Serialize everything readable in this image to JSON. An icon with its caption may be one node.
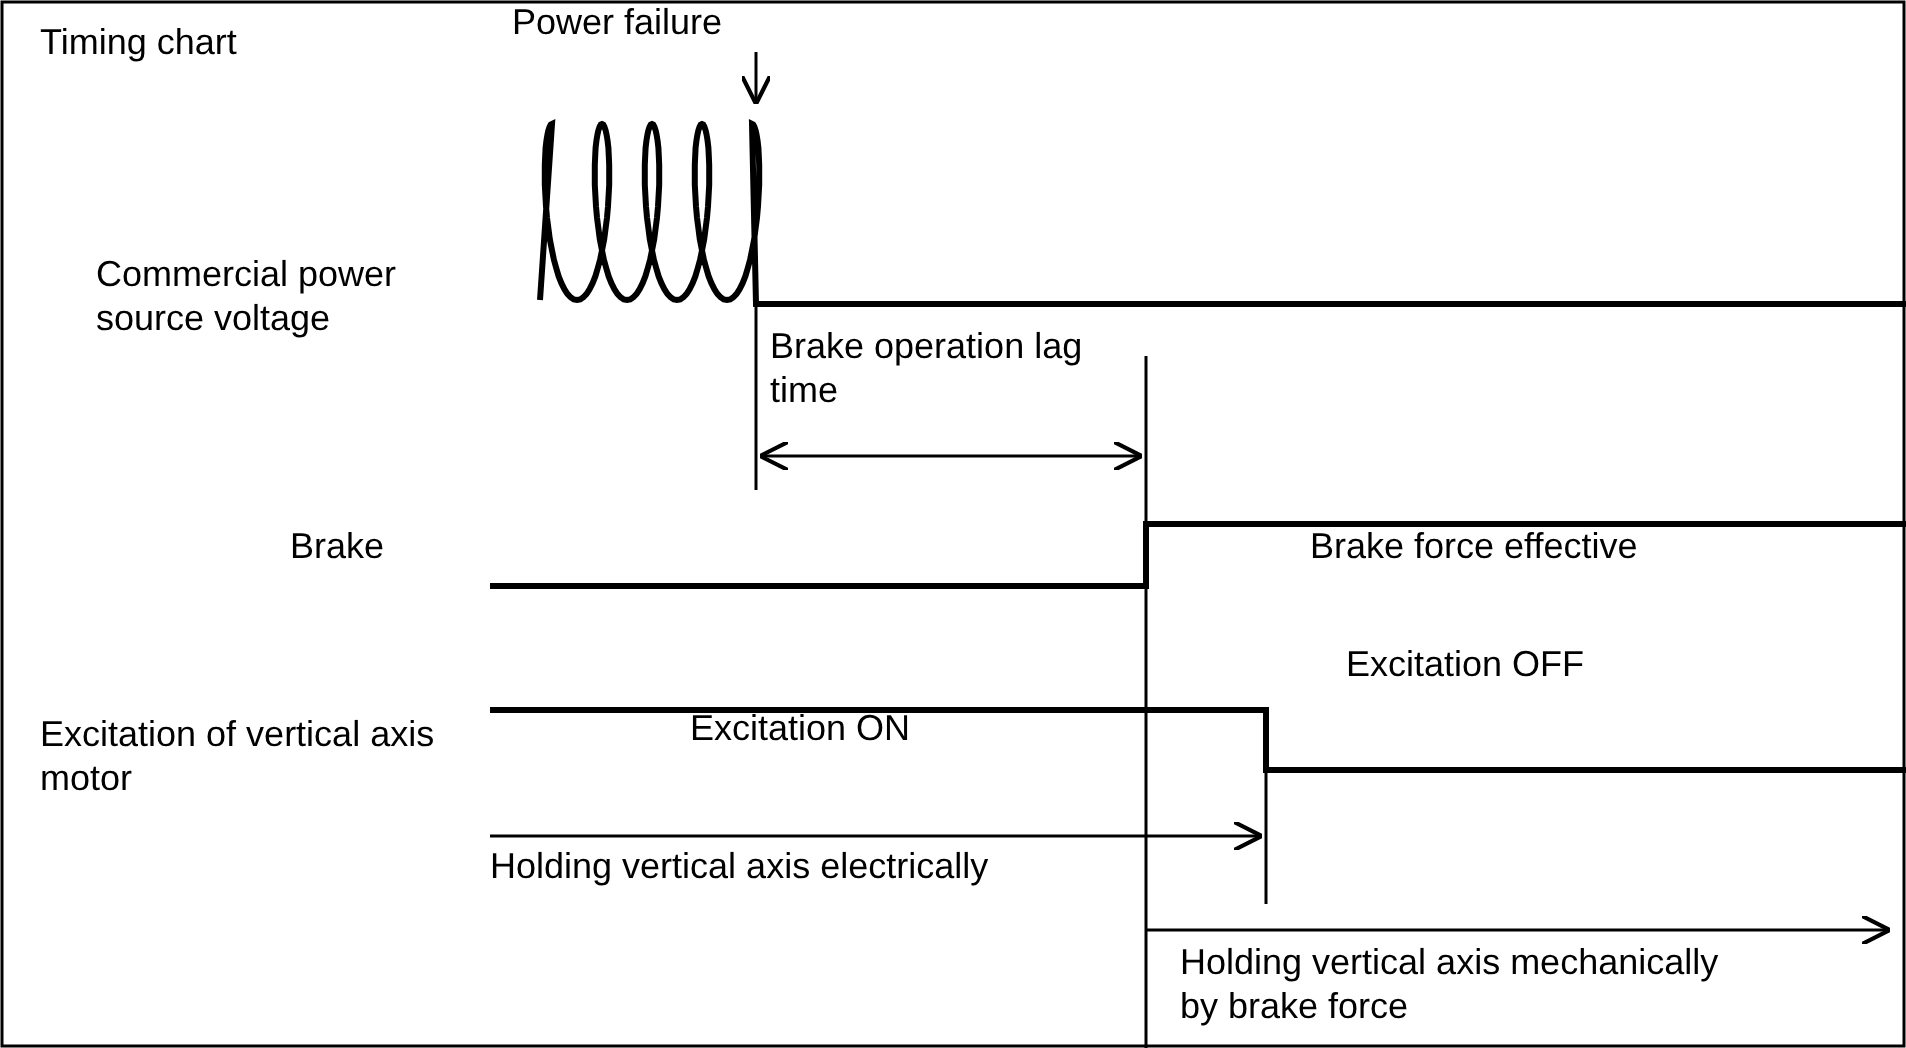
{
  "diagram": {
    "title": "Timing chart",
    "labels": [
      "Power failure",
      "Commercial power source voltage",
      "Brake operation lag time",
      "Brake",
      "Brake force effective",
      "Excitation of vertical axis motor",
      "Excitation ON",
      "Excitation OFF",
      "Holding vertical axis electrically",
      "Holding vertical axis mechanically by brake force"
    ]
  }
}
